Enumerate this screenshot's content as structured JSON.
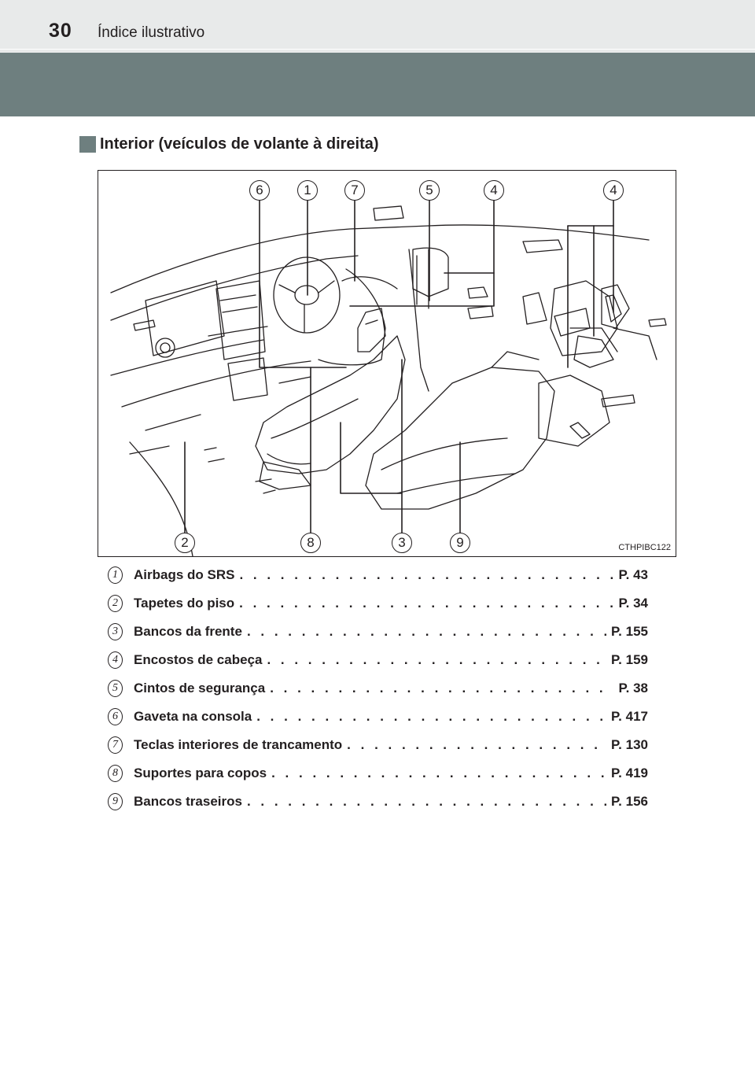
{
  "header": {
    "page_number": "30",
    "title": "Índice ilustrativo"
  },
  "section": {
    "title": "Interior (veículos de volante à direita)"
  },
  "illustration": {
    "image_code": "CTHPIBC122",
    "callouts_top": [
      "6",
      "1",
      "7",
      "5",
      "4",
      "4"
    ],
    "callouts_bottom": [
      "2",
      "8",
      "3",
      "9"
    ]
  },
  "legend": [
    {
      "num": "1",
      "label": "Airbags do SRS",
      "page": "P. 43"
    },
    {
      "num": "2",
      "label": "Tapetes do piso",
      "page": "P. 34"
    },
    {
      "num": "3",
      "label": "Bancos da frente",
      "page": "P. 155"
    },
    {
      "num": "4",
      "label": "Encostos de cabeça",
      "page": "P. 159"
    },
    {
      "num": "5",
      "label": "Cintos de segurança",
      "page": "P. 38"
    },
    {
      "num": "6",
      "label": "Gaveta na consola",
      "page": "P. 417"
    },
    {
      "num": "7",
      "label": "Teclas interiores de trancamento",
      "page": "P. 130"
    },
    {
      "num": "8",
      "label": "Suportes para copos",
      "page": "P. 419"
    },
    {
      "num": "9",
      "label": "Bancos traseiros",
      "page": "P. 156"
    }
  ],
  "colors": {
    "header_band": "#e8eaea",
    "gray_bar": "#6e7f7f",
    "text": "#231f20"
  }
}
